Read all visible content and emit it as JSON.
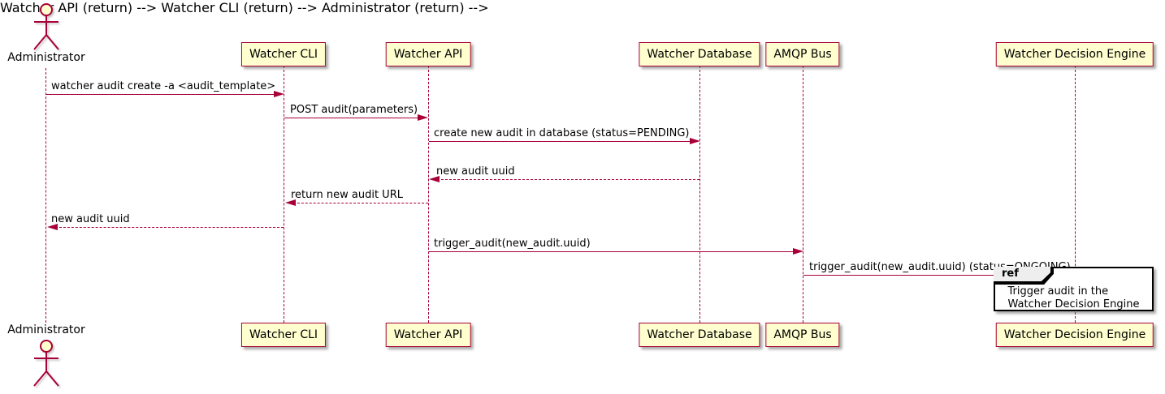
{
  "colors": {
    "accent": "#A80036",
    "participant_fill": "#FEFECE",
    "ref_header_fill": "#EEEEEE",
    "text": "#000000",
    "background": "#FFFFFF"
  },
  "actor": {
    "label": "Administrator"
  },
  "participants": [
    {
      "label": "Watcher CLI"
    },
    {
      "label": "Watcher API"
    },
    {
      "label": "Watcher Database"
    },
    {
      "label": "AMQP Bus"
    },
    {
      "label": "Watcher Decision Engine"
    }
  ],
  "messages": [
    {
      "label": "watcher audit create -a <audit_template>",
      "from": "Administrator",
      "to": "Watcher CLI",
      "line": "solid"
    },
    {
      "label": "POST audit(parameters)",
      "from": "Watcher CLI",
      "to": "Watcher API",
      "line": "solid"
    },
    {
      "label": "create new audit in database (status=PENDING)",
      "from": "Watcher API",
      "to": "Watcher Database",
      "line": "solid"
    },
    {
      "label": "new audit uuid",
      "from": "Watcher Database",
      "to": "Watcher API",
      "line": "dashed"
    },
    {
      "label": "return new audit URL",
      "from": "Watcher API",
      "to": "Watcher CLI",
      "line": "dashed"
    },
    {
      "label": "new audit uuid",
      "from": "Watcher CLI",
      "to": "Administrator",
      "line": "dashed"
    },
    {
      "label": "trigger_audit(new_audit.uuid)",
      "from": "Watcher API",
      "to": "AMQP Bus",
      "line": "solid"
    },
    {
      "label": "trigger_audit(new_audit.uuid) (status=ONGOING)",
      "from": "AMQP Bus",
      "to": "Watcher Decision Engine",
      "line": "solid"
    }
  ],
  "ref": {
    "keyword": "ref",
    "lines": [
      "Trigger audit in the",
      "Watcher Decision Engine"
    ]
  }
}
